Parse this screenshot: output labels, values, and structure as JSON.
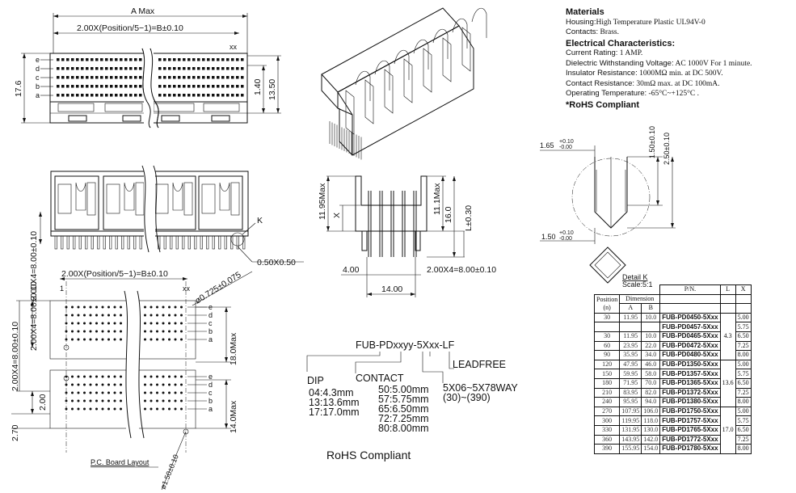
{
  "top_view": {
    "a_max": "A  Max",
    "pitch_formula": "2.00X(Position/5−1)=B±0.10",
    "xx": "xx",
    "height": "17.6",
    "dim_140": "1.40",
    "dim_1350": "13.50",
    "rows": [
      "e",
      "d",
      "c",
      "b",
      "a"
    ]
  },
  "front_view": {
    "dim_vertical": "2.00X4=8.00±0.10",
    "k_label": "K",
    "dim_050": "0.50X0.50"
  },
  "side_view": {
    "dim_1195": "11.95Max",
    "x_label": "X",
    "dim_111": "11.1Max",
    "dim_160": "16.0",
    "dim_l": "L±0.30",
    "dim_400": "4.00",
    "dim_pitch": "2.00X4=8.00±0.10",
    "dim_1400": "14.00"
  },
  "board_layout": {
    "pitch_formula": "2.00X(Position/5−1)=B±0.10",
    "one": "1",
    "xx": "xx",
    "hole": "ø0.725±0.075",
    "dim_left_upper": "2.00X4=8.00±0.10",
    "dim_left_lower": "2.00X4=8.00±0.10",
    "dim_200": "2.00",
    "dim_270": "2.70",
    "dim_180": "18.0Max",
    "dim_140": "14.0Max",
    "dim_150": "ø1.50±0.10",
    "rows": [
      "e",
      "d",
      "c",
      "b",
      "a"
    ],
    "caption": "P.C. Board Layout"
  },
  "part_code": {
    "code": "FUB-PDxxyy-5Xxx-LF",
    "leadfree": "LEADFREE",
    "dip_title": "DIP",
    "dip_options": [
      "04:4.3mm",
      "13:13.6mm",
      "17:17.0mm"
    ],
    "contact_title": "CONTACT",
    "contact_options": [
      "50:5.00mm",
      "57:5.75mm",
      "65:6.50mm",
      "72:7.25mm",
      "80:8.00mm"
    ],
    "way_line1": "5X06~5X78WAY",
    "way_line2": "(30)~(390)",
    "rohs": "RoHS Compliant"
  },
  "detail_k": {
    "dim_165": "1.65",
    "tol_165_plus": "+0.10",
    "tol_165_minus": "-0.00",
    "dim_150v": "1.50±0.10",
    "dim_250": "2.50±0.10",
    "dim_150": "1.50",
    "tol_150_plus": "+0.10",
    "tol_150_minus": "-0.00",
    "title": "Detail K",
    "scale": "Scale:5:1"
  },
  "specs": {
    "materials_title": "Materials",
    "housing_label": "Housing:",
    "housing_value": "High Temperature Plastic UL94V-0",
    "contacts_label": "Contacts:",
    "contacts_value": "Brass.",
    "electrical_title": "Electrical Characteristics:",
    "current_label": "Current Rating:",
    "current_value": "1 AMP.",
    "dielectric_label": "Dielectric Withstanding Voltage:",
    "dielectric_value": "AC 1000V For 1 minute.",
    "insulator_label": "Insulator Resistance:",
    "insulator_value": "1000MΩ min. at DC 500V.",
    "contact_res_label": "Contact Resistance:",
    "contact_res_value": "30mΩ  max. at DC 100mA.",
    "temp_label": "Operating Temperature:",
    "temp_value": "-65°C~+125°C .",
    "rohs": "*RoHS Compliant"
  },
  "table": {
    "header_pn": "P/N.",
    "header_l": "L",
    "header_x": "X",
    "header_position": "Position",
    "header_n": "(n)",
    "header_dimension": "Dimension",
    "header_a": "A",
    "header_b": "B",
    "rows": [
      {
        "pos": "30",
        "a": "11.95",
        "b": "10.0",
        "pn": "FUB-PD0450-5Xxx",
        "x": "5.00"
      },
      {
        "pos": "",
        "a": "",
        "b": "",
        "pn": "FUB-PD0457-5Xxx",
        "x": "5.75"
      },
      {
        "pos": "30",
        "a": "11.95",
        "b": "10.0",
        "pn": "FUB-PD0465-5Xxx",
        "x": "6.50"
      },
      {
        "pos": "60",
        "a": "23.95",
        "b": "22.0",
        "pn": "FUB-PD0472-5Xxx",
        "x": "7.25"
      },
      {
        "pos": "90",
        "a": "35.95",
        "b": "34.0",
        "pn": "FUB-PD0480-5Xxx",
        "x": "8.00"
      },
      {
        "pos": "120",
        "a": "47.95",
        "b": "46.0",
        "pn": "FUB-PD1350-5Xxx",
        "x": "5.00"
      },
      {
        "pos": "150",
        "a": "59.95",
        "b": "58.0",
        "pn": "FUB-PD1357-5Xxx",
        "x": "5.75"
      },
      {
        "pos": "180",
        "a": "71.95",
        "b": "70.0",
        "pn": "FUB-PD1365-5Xxx",
        "x": "6.50"
      },
      {
        "pos": "210",
        "a": "83.95",
        "b": "82.0",
        "pn": "FUB-PD1372-5Xxx",
        "x": "7.25"
      },
      {
        "pos": "240",
        "a": "95.95",
        "b": "94.0",
        "pn": "FUB-PD1380-5Xxx",
        "x": "8.00"
      },
      {
        "pos": "270",
        "a": "107.95",
        "b": "106.0",
        "pn": "FUB-PD1750-5Xxx",
        "x": "5.00"
      },
      {
        "pos": "300",
        "a": "119.95",
        "b": "118.0",
        "pn": "FUB-PD1757-5Xxx",
        "x": "5.75"
      },
      {
        "pos": "330",
        "a": "131.95",
        "b": "130.0",
        "pn": "FUB-PD1765-5Xxx",
        "x": "6.50"
      },
      {
        "pos": "360",
        "a": "143.95",
        "b": "142.0",
        "pn": "FUB-PD1772-5Xxx",
        "x": "7.25"
      },
      {
        "pos": "390",
        "a": "155.95",
        "b": "154.0",
        "pn": "FUB-PD1780-5Xxx",
        "x": "8.00"
      }
    ],
    "l_values": [
      "4.3",
      "13.6",
      "17.0"
    ]
  }
}
